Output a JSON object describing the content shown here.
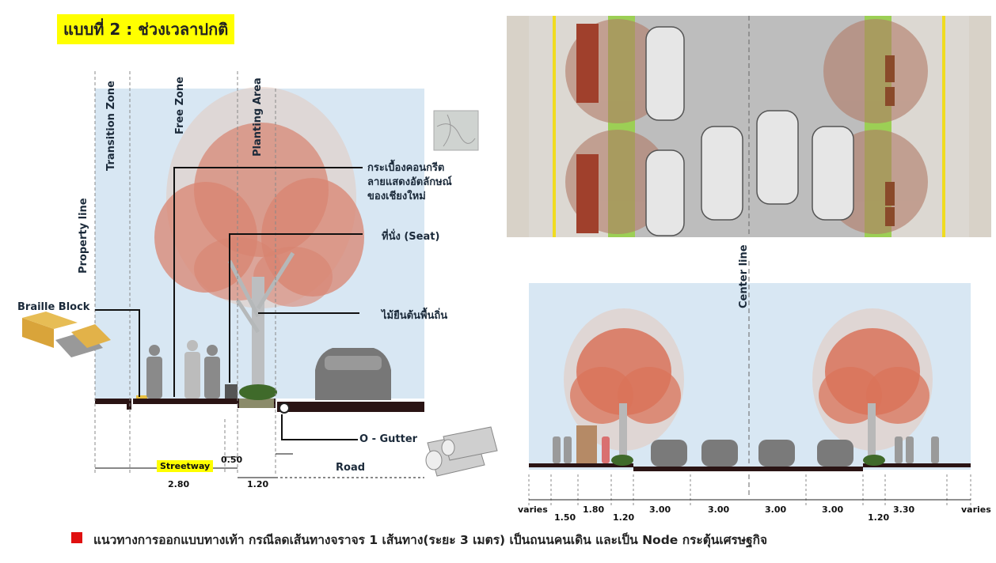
{
  "title": "แบบที่ 2 : ช่วงเวลาปกติ",
  "zones": {
    "property_line": "Property line",
    "transition_zone": "Transition Zone",
    "free_zone": "Free Zone",
    "planting_area": "Planting Area"
  },
  "callouts": {
    "concrete_tile": [
      "กระเบื้องคอนกรีต",
      "ลายแสดงอัตลักษณ์",
      "ของเชียงใหม่"
    ],
    "seat": "ที่นั่ง (Seat)",
    "native_tree": "ไม้ยืนต้นพื้นถิ่น",
    "braille_block": "Braille Block",
    "gutter": "O - Gutter"
  },
  "left_dimensions": {
    "streetway": "Streetway",
    "streetway_width": "2.80",
    "planting_width": "1.20",
    "seat_width": "0.50",
    "road": "Road"
  },
  "center_line": "Center line",
  "right_dimensions": {
    "varies_left": "varies",
    "d1": "1.50",
    "d2": "1.80",
    "d3": "1.20",
    "lane1": "3.00",
    "lane2": "3.00",
    "lane3": "3.00",
    "lane4": "3.00",
    "d4": "1.20",
    "d5": "3.30",
    "varies_right": "varies"
  },
  "footer": "แนวทางการออกแบบทางเท้า กรณีลดเส้นทางจราจร 1 เส้นทาง(ระยะ 3 เมตร) เป็นถนนคนเดิน และเป็น Node กระตุ้นเศรษฐกิจ",
  "colors": {
    "highlight": "#ffff00",
    "bullet": "#e01010",
    "sky": "#d6e6f2",
    "tree_foliage": "#d9735a",
    "planting_green": "#9ccf55"
  }
}
